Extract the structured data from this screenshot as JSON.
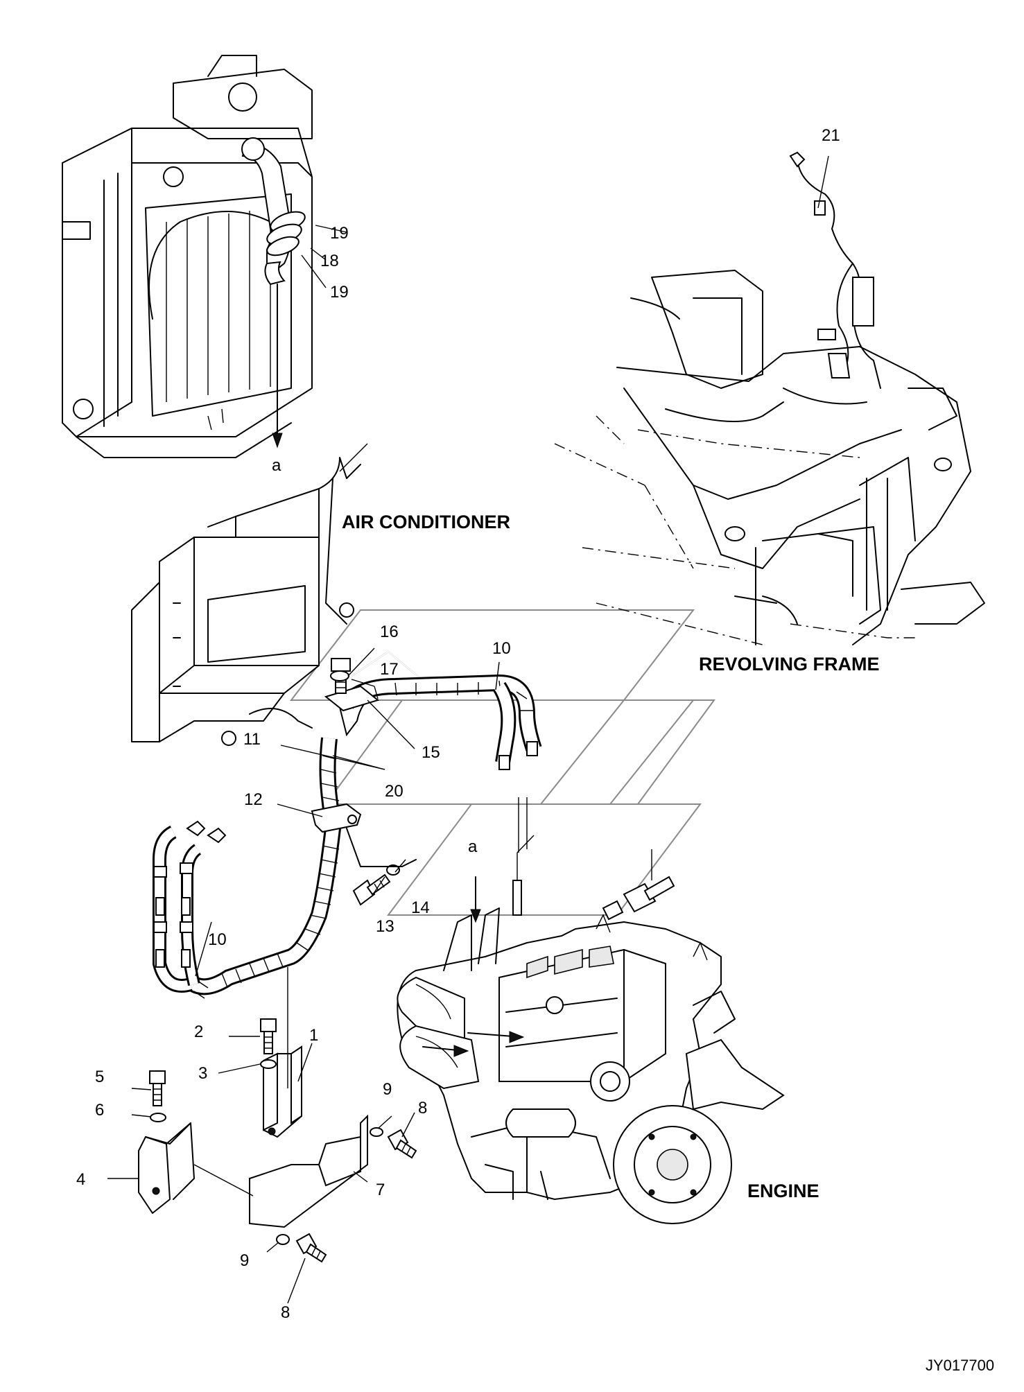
{
  "labels": {
    "air_conditioner": "AIR CONDITIONER",
    "revolving_frame": "REVOLVING FRAME",
    "engine": "ENGINE",
    "view_a_top": "a",
    "view_a_bottom": "a",
    "drawing_no": "JY017700"
  },
  "parts": {
    "p1": "1",
    "p2": "2",
    "p3": "3",
    "p4": "4",
    "p5": "5",
    "p6": "6",
    "p7": "7",
    "p8a": "8",
    "p8b": "8",
    "p9a": "9",
    "p9b": "9",
    "p10a": "10",
    "p10b": "10",
    "p11": "11",
    "p12": "12",
    "p13": "13",
    "p14": "14",
    "p15": "15",
    "p16": "16",
    "p17": "17",
    "p18": "18",
    "p19a": "19",
    "p19b": "19",
    "p20": "20",
    "p21": "21"
  }
}
